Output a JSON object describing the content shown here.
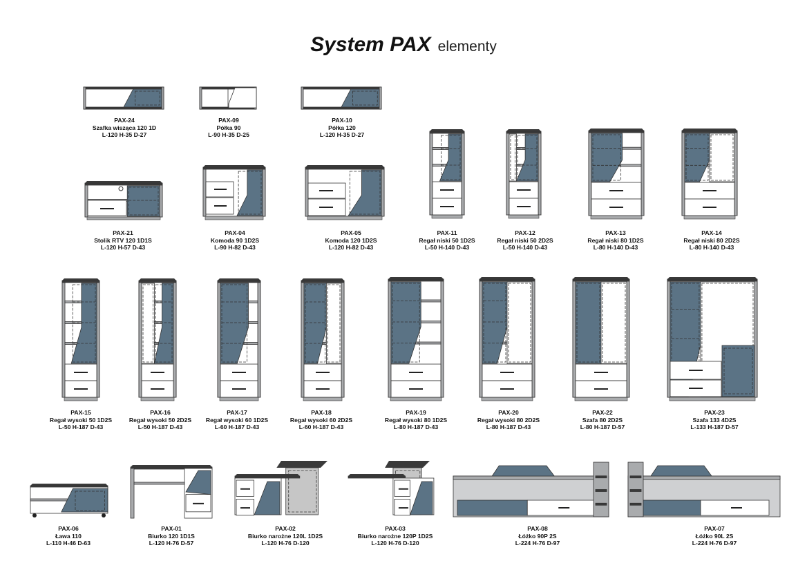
{
  "title": {
    "main": "System PAX",
    "sub": "elementy"
  },
  "colors": {
    "accent": "#5b7385",
    "panel": "#a9abad",
    "top": "#3a3a3a",
    "front": "#ffffff"
  },
  "items": [
    {
      "code": "PAX-24",
      "name": "Szafka wisząca 120 1D",
      "dims": "L-120 H-35 D-27"
    },
    {
      "code": "PAX-09",
      "name": "Półka 90",
      "dims": "L-90 H-35 D-25"
    },
    {
      "code": "PAX-10",
      "name": "Półka 120",
      "dims": "L-120 H-35 D-27"
    },
    {
      "code": "PAX-21",
      "name": "Stolik RTV 120 1D1S",
      "dims": "L-120 H-57 D-43"
    },
    {
      "code": "PAX-04",
      "name": "Komoda 90 1D2S",
      "dims": "L-90 H-82 D-43"
    },
    {
      "code": "PAX-05",
      "name": "Komoda 120 1D2S",
      "dims": "L-120 H-82 D-43"
    },
    {
      "code": "PAX-11",
      "name": "Regał niski 50 1D2S",
      "dims": "L-50 H-140 D-43"
    },
    {
      "code": "PAX-12",
      "name": "Regał niski 50 2D2S",
      "dims": "L-50 H-140 D-43"
    },
    {
      "code": "PAX-13",
      "name": "Regał niski 80 1D2S",
      "dims": "L-80 H-140 D-43"
    },
    {
      "code": "PAX-14",
      "name": "Regał niski 80 2D2S",
      "dims": "L-80 H-140 D-43"
    },
    {
      "code": "PAX-15",
      "name": "Regał wysoki 50 1D2S",
      "dims": "L-50 H-187 D-43"
    },
    {
      "code": "PAX-16",
      "name": "Regał wysoki 50 2D2S",
      "dims": "L-50 H-187 D-43"
    },
    {
      "code": "PAX-17",
      "name": "Regał wysoki 60 1D2S",
      "dims": "L-60 H-187 D-43"
    },
    {
      "code": "PAX-18",
      "name": "Regał wysoki 60 2D2S",
      "dims": "L-60 H-187 D-43"
    },
    {
      "code": "PAX-19",
      "name": "Regał wysoki 80 1D2S",
      "dims": "L-80 H-187 D-43"
    },
    {
      "code": "PAX-20",
      "name": "Regał wysoki 80 2D2S",
      "dims": "L-80 H-187 D-43"
    },
    {
      "code": "PAX-22",
      "name": "Szafa 80 2D2S",
      "dims": "L-80 H-187 D-57"
    },
    {
      "code": "PAX-23",
      "name": "Szafa 133 4D2S",
      "dims": "L-133 H-187 D-57"
    },
    {
      "code": "PAX-06",
      "name": "Ława 110",
      "dims": "L-110 H-46 D-63"
    },
    {
      "code": "PAX-01",
      "name": "Biurko 120 1D1S",
      "dims": "L-120 H-76 D-57"
    },
    {
      "code": "PAX-02",
      "name": "Biurko narożne 120L 1D2S",
      "dims": "L-120 H-76 D-120"
    },
    {
      "code": "PAX-03",
      "name": "Biurko narożne 120P 1D2S",
      "dims": "L-120 H-76 D-120"
    },
    {
      "code": "PAX-08",
      "name": "Łóżko 90P 2S",
      "dims": "L-224 H-76 D-97"
    },
    {
      "code": "PAX-07",
      "name": "Łóżko 90L 2S",
      "dims": "L-224 H-76 D-97"
    }
  ]
}
